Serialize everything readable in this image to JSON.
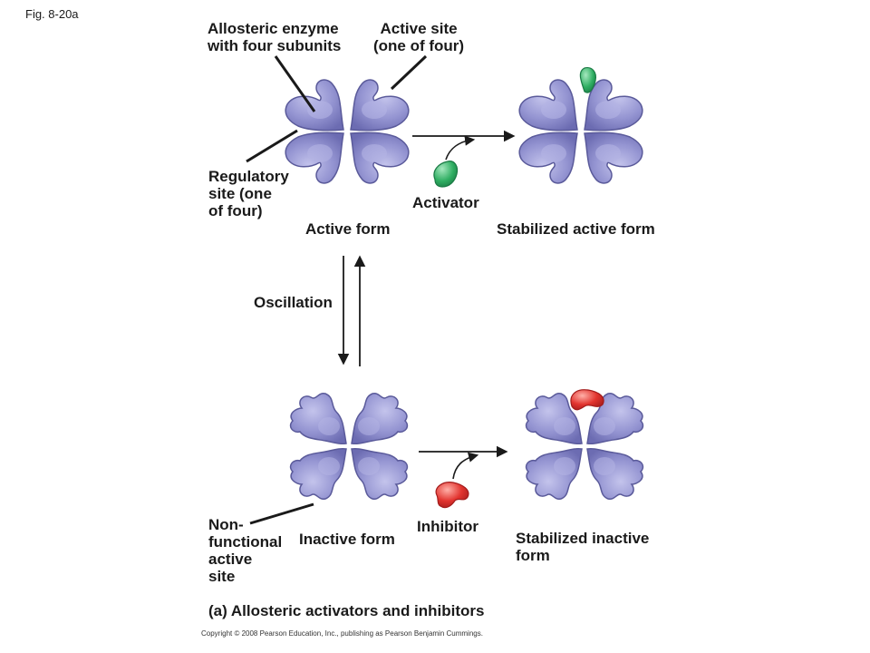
{
  "figure_id": "Fig. 8-20a",
  "labels": {
    "allosteric_enzyme": "Allosteric enzyme\nwith four subunits",
    "active_site": "Active site\n(one of four)",
    "regulatory_site": "Regulatory\nsite (one\nof four)",
    "activator": "Activator",
    "active_form": "Active form",
    "stabilized_active_form": "Stabilized active form",
    "oscillation": "Oscillation",
    "non_functional_site": "Non-\nfunctional\nactive\nsite",
    "inactive_form": "Inactive form",
    "inhibitor": "Inhibitor",
    "stabilized_inactive_form": "Stabilized inactive\nform"
  },
  "caption": "(a) Allosteric activators and inhibitors",
  "copyright": "Copyright © 2008 Pearson Education, Inc., publishing as Pearson Benjamin Cummings.",
  "colors": {
    "enzyme": "#8f8fce",
    "enzyme_edge": "#5a5a9a",
    "activator": "#2fae62",
    "inhibitor": "#e2342f",
    "arrow": "#1a1a1a"
  }
}
